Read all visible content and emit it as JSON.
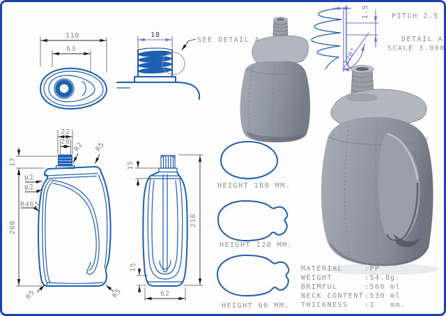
{
  "meta": {
    "colors": {
      "cad_blue": "#1e5db2",
      "dim_purple": "#7e6ace",
      "text_grey": "#8d8f92",
      "arrow_black": "#1c1c1c",
      "sheet_border_blue": "#1d3faf",
      "render_grey": "#939aa5"
    }
  },
  "top_view": {
    "dim_outer": "110",
    "dim_inner": "63"
  },
  "thread_view": {
    "dim_width": "18",
    "see_detail": "SEE DETAIL A"
  },
  "detail_a": {
    "pitch": "PITCH 2.5",
    "crest": "1.5",
    "angle": "120°",
    "title": "DETAIL A",
    "scale": "SCALE 3.000"
  },
  "front_view": {
    "dim_cap_outer": "22",
    "dim_cap_inner": "20",
    "dim_neck_height": "17",
    "dim_body_height": "200",
    "r_neck": "R2",
    "r_shoulder": "R5",
    "r_left_upper": "R2",
    "r_left_lower": "R2",
    "r_side_panel": "R465",
    "r_bottom_left": "R5",
    "r_bottom_right": "R5"
  },
  "side_view": {
    "dim_top_inset": "15",
    "dim_height": "216",
    "dim_bottom_inset": "15",
    "dim_width": "62"
  },
  "sections": {
    "s1_label": "HEIGHT 180 MM.",
    "s2_label": "HEIGHT 120 MM.",
    "s3_label": "HEIGHT 60 MM."
  },
  "spec_table": {
    "rows": [
      {
        "name": "MATERIAL",
        "value": ":PP",
        "unit": ""
      },
      {
        "name": "WEIGHT",
        "value": ":54.8",
        "unit": "g."
      },
      {
        "name": "BRIMFUL",
        "value": ":566",
        "unit": "ml"
      },
      {
        "name": "NECK CONTENT",
        "value": ":530",
        "unit": "ml"
      },
      {
        "name": "THICKNESS",
        "value": ":1",
        "unit": "mm."
      }
    ]
  }
}
